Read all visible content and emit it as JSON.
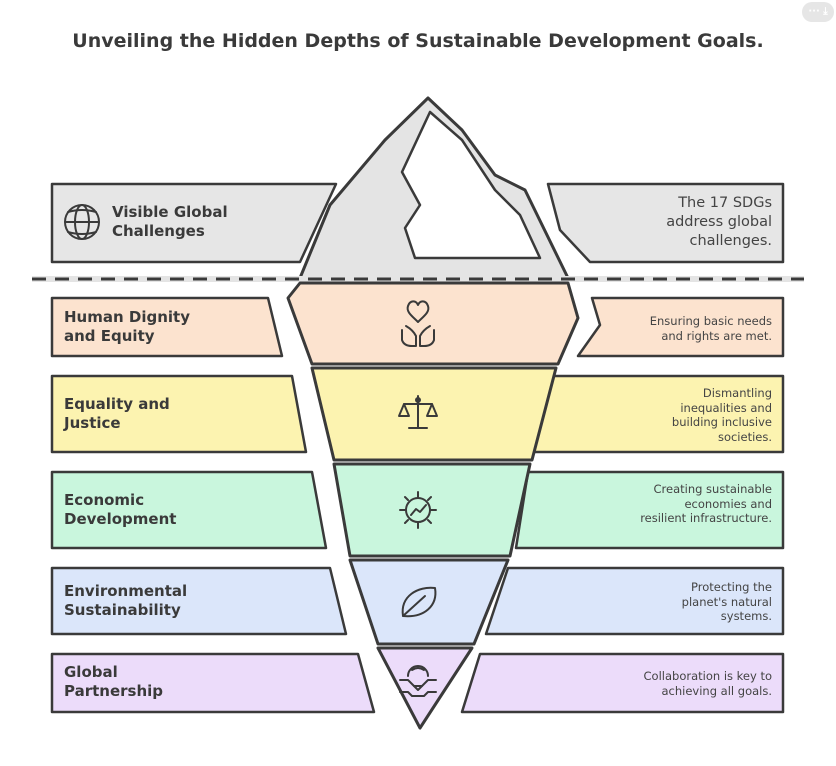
{
  "title": "Unveiling the Hidden Depths of Sustainable Development Goals.",
  "menu": {
    "label": "··· ⤓"
  },
  "tiers": [
    {
      "label_line1": "Visible Global",
      "label_line2": "Challenges",
      "desc": "The 17 SDGs address global challenges.",
      "icon": "globe-icon",
      "color": "#e6e6e6"
    },
    {
      "label_line1": "Human Dignity",
      "label_line2": "and Equity",
      "desc": "Ensuring basic needs and rights are met.",
      "icon": "heart-hands-icon",
      "color": "#fce3cf"
    },
    {
      "label_line1": "Equality and",
      "label_line2": "Justice",
      "desc": "Dismantling inequalities and building inclusive societies.",
      "icon": "scales-icon",
      "color": "#fcf3b0"
    },
    {
      "label_line1": "Economic",
      "label_line2": "Development",
      "desc": "Creating sustainable economies and resilient infrastructure.",
      "icon": "gear-chart-icon",
      "color": "#c9f6dd"
    },
    {
      "label_line1": "Environmental",
      "label_line2": "Sustainability",
      "desc": "Protecting the planet's natural systems.",
      "icon": "leaf-icon",
      "color": "#dbe6fa"
    },
    {
      "label_line1": "Global",
      "label_line2": "Partnership",
      "desc": "Collaboration is key to achieving all goals.",
      "icon": "handshake-globe-icon",
      "color": "#ecdcfa"
    }
  ]
}
